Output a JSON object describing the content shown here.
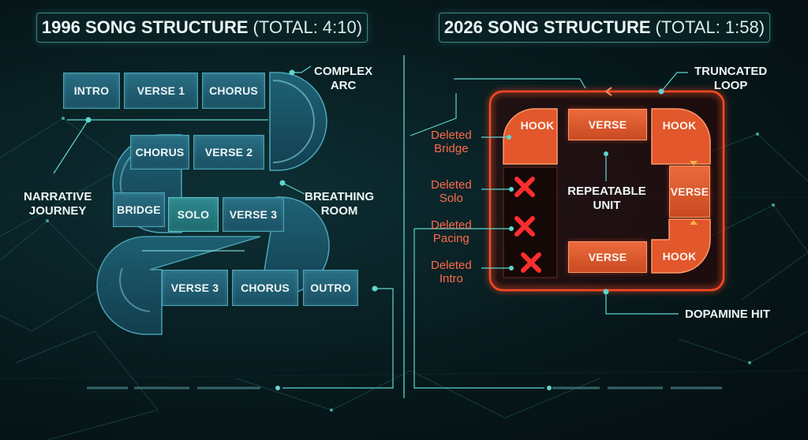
{
  "left": {
    "title_bold": "1996 SONG STRUCTURE",
    "title_rest": "(TOTAL: 4:10)",
    "blocks": {
      "intro": "INTRO",
      "verse1": "VERSE 1",
      "chorus1": "CHORUS",
      "chorus2": "CHORUS",
      "verse2": "VERSE 2",
      "bridge": "BRIDGE",
      "solo": "SOLO",
      "verse3a": "VERSE 3",
      "verse3b": "VERSE 3",
      "chorus3": "CHORUS",
      "outro": "OUTRO"
    },
    "annotations": {
      "complex_arc": [
        "COMPLEX",
        "ARC"
      ],
      "narrative_journey": [
        "NARRATIVE",
        "JOURNEY"
      ],
      "breathing_room": [
        "BREATHING",
        "ROOM"
      ]
    }
  },
  "right": {
    "title_bold": "2026 SONG STRUCTURE",
    "title_rest": "(TOTAL: 1:58)",
    "blocks": {
      "hook_tl": "HOOK",
      "verse_top": "VERSE",
      "hook_tr": "HOOK",
      "verse_right": "VERSE",
      "hook_br": "HOOK",
      "verse_bottom": "VERSE"
    },
    "center_label": [
      "REPEATABLE",
      "UNIT"
    ],
    "annotations": {
      "truncated_loop": [
        "TRUNCATED",
        "LOOP"
      ],
      "dopamine_hit": "DOPAMINE HIT"
    },
    "deleted": {
      "bridge": [
        "Deleted",
        "Bridge"
      ],
      "solo": [
        "Deleted",
        "Solo"
      ],
      "pacing": [
        "Deleted",
        "Pacing"
      ],
      "intro": [
        "Deleted",
        "Intro"
      ]
    }
  },
  "colors": {
    "old_accent": "#4aa6b6",
    "new_accent": "#ff5a2a",
    "delete_red": "#ff3b3b"
  }
}
